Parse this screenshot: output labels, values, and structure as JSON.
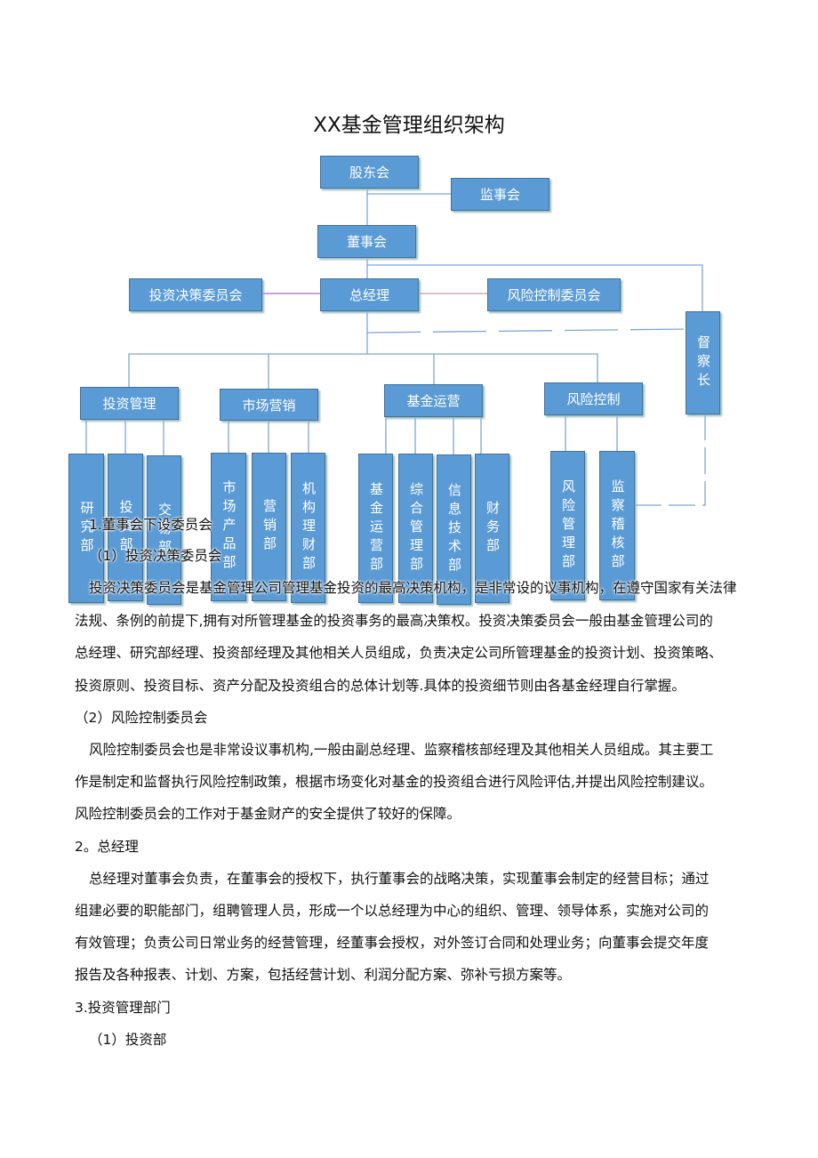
{
  "title": "XX基金管理组织架构",
  "chart": {
    "shareholders": "股东会",
    "supervisors": "监事会",
    "board": "董事会",
    "invest_committee": "投资决策委员会",
    "gm": "总经理",
    "risk_committee": "风险控制委员会",
    "inspector": "督察长",
    "depts": [
      "投资管理",
      "市场营销",
      "基金运营",
      "风险控制"
    ],
    "units": [
      "研究部",
      "投资部",
      "交易部",
      "市场产品部",
      "营销部",
      "机构理财部",
      "基金运营部",
      "综合管理部",
      "信息技术部",
      "财务部",
      "风险管理部",
      "监察稽核部"
    ]
  },
  "text": {
    "l0": "1.董事会下设委员会",
    "l1": "（1）投资决策委员会",
    "l2": "投资决策委员会是基金管理公司管理基金投资的最高决策机构，是非常设的议事机构，在遵守国家有关法律",
    "l3": "法规、条例的前提下,拥有对所管理基金的投资事务的最高决策权。投资决策委员会一般由基金管理公司的",
    "l4": "总经理、研究部经理、投资部经理及其他相关人员组成，负责决定公司所管理基金的投资计划、投资策略、",
    "l5": "投资原则、投资目标、资产分配及投资组合的总体计划等.具体的投资细节则由各基金经理自行掌握。",
    "l6": "（2）风险控制委员会",
    "l7": "风险控制委员会也是非常设议事机构,一般由副总经理、监察稽核部经理及其他相关人员组成。其主要工",
    "l8": "作是制定和监督执行风险控制政策，根据市场变化对基金的投资组合进行风险评估,并提出风险控制建议。",
    "l9": "风险控制委员会的工作对于基金财产的安全提供了较好的保障。",
    "l10": "2。总经理",
    "l11": "总经理对董事会负责，在董事会的授权下，执行董事会的战略决策，实现董事会制定的经营目标；通过",
    "l12": "组建必要的职能部门，组聘管理人员，形成一个以总经理为中心的组织、管理、领导体系，实施对公司的",
    "l13": "有效管理；负责公司日常业务的经营管理，经董事会授权，对外签订合同和处理业务；向董事会提交年度",
    "l14": "报告及各种报表、计划、方案，包括经营计划、利润分配方案、弥补亏损方案等。",
    "l15": "3.投资管理部门",
    "l16": "（1）投资部"
  }
}
